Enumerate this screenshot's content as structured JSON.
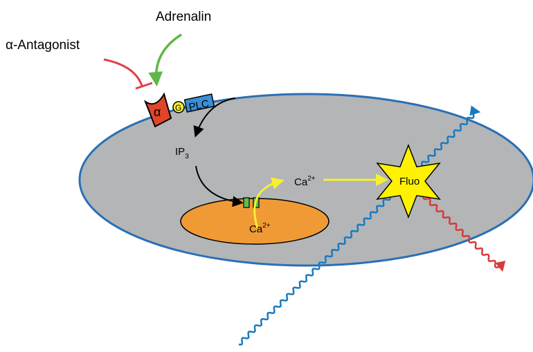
{
  "labels": {
    "adrenalin": "Adrenalin",
    "antagonist": "α-Antagonist",
    "alpha": "α",
    "g": "G",
    "plc": "PLC",
    "ip3": "IP",
    "ip3_sub": "3",
    "ca_cyto": "Ca",
    "ca_cyto_sup": "2+",
    "ca_nuc": "Ca",
    "ca_nuc_sup": "2+",
    "fluo": "Fluo"
  },
  "colors": {
    "cell": "#b3b5b7",
    "membrane": "#2a6fb5",
    "nucleus": "#f09a35",
    "receptor": "#e0452a",
    "g_protein": "#f5f032",
    "plc": "#3a8fd6",
    "channel": "#5cc04a",
    "adrenalin_arrow": "#5db848",
    "antagonist_arrow": "#e0404a",
    "calcium_arrow": "#f5f032",
    "excitation": "#1a7ac0",
    "emission": "#d83a3a",
    "star": "#fff200"
  }
}
